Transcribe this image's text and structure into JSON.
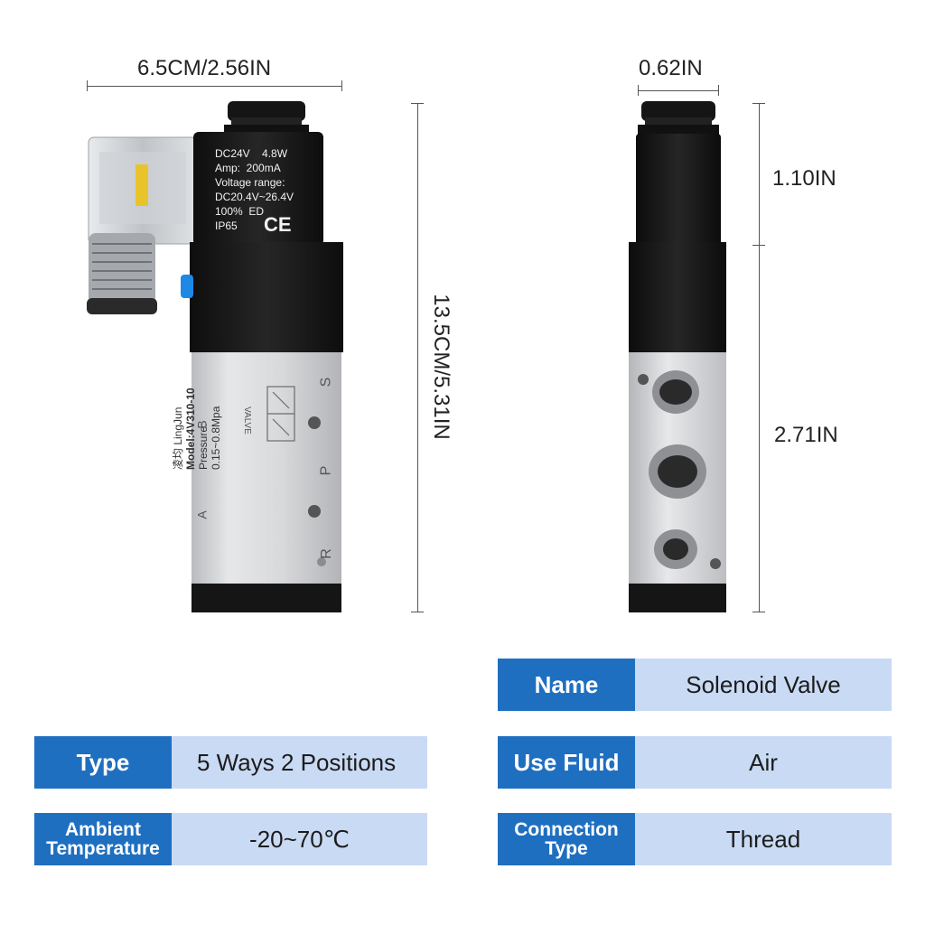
{
  "dimensions": {
    "width_total": "6.5CM/2.56IN",
    "height_total": "13.5CM/5.31IN",
    "side_width": "0.62IN",
    "side_top": "1.10IN",
    "side_body": "2.71IN"
  },
  "coil_label": {
    "line1": "DC24V    4.8W",
    "line2": "Amp:  200mA",
    "line3": "Voltage range:",
    "line4": "DC20.4V~26.4V",
    "line5": "100%  ED",
    "line6": "IP65",
    "mark": "CE"
  },
  "valve_label": {
    "brand": "凌均  LingJun",
    "model": "Model:4V310-10",
    "pressure": "Pressure:",
    "pressure_range": "0.15~0.8Mpa",
    "valve": "VALVE",
    "port_a": "A",
    "port_b": "B",
    "port_s": "S",
    "port_p": "P",
    "port_r": "R"
  },
  "specs": [
    {
      "key": "Name",
      "value": "Solenoid Valve"
    },
    {
      "key": "Type",
      "value": "5 Ways 2 Positions"
    },
    {
      "key": "Use Fluid",
      "value": "Air"
    },
    {
      "key": "Ambient Temperature",
      "value": "-20~70℃"
    },
    {
      "key": "Connection Type",
      "value": "Thread"
    }
  ],
  "colors": {
    "key_bg": "#1f6fc0",
    "val_bg": "#c9daf4",
    "body_black": "#1b1b1b",
    "body_aluminium": "#d9dadc"
  }
}
